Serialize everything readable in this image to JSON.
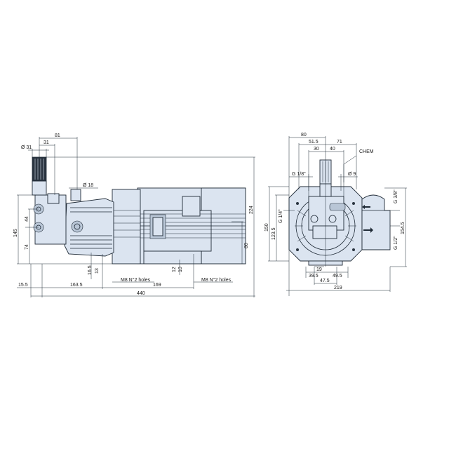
{
  "drawing": {
    "type": "technical dimension drawing",
    "subject": "Pump and motor assembly",
    "colors": {
      "fill": "#dbe4f0",
      "line": "#1f2a36",
      "background": "#ffffff"
    },
    "side_view": {
      "dims": {
        "d31": "Ø 31",
        "d31b": "31",
        "d81": "81",
        "d18": "Ø 18",
        "d44": "44",
        "d145": "145",
        "d74": "74",
        "d16_5": "16.5",
        "d13": "13",
        "d12": "12",
        "d10": "10",
        "d80": "80",
        "d224": "224",
        "d15_5": "15.5",
        "d163_5": "163.5",
        "d169": "169",
        "d440": "440",
        "holes_left": "M8 N°2 holes",
        "holes_right": "M8 N°2 holes"
      }
    },
    "front_view": {
      "dims": {
        "d80": "80",
        "d51_5": "51.5",
        "d71": "71",
        "d30": "30",
        "d40": "40",
        "chem": "CHEM",
        "g18": "G 1/8\"",
        "d9": "Ø 9",
        "g14": "G 1/4\"",
        "d150": "150",
        "d123_5": "123.5",
        "g38": "G 3/8\"",
        "d154_5": "154.5",
        "g12": "G 1/2\"",
        "d19": "19",
        "d39_5": "39.5",
        "d49_5": "49.5",
        "d47_5": "47.5",
        "d219": "219"
      }
    }
  }
}
